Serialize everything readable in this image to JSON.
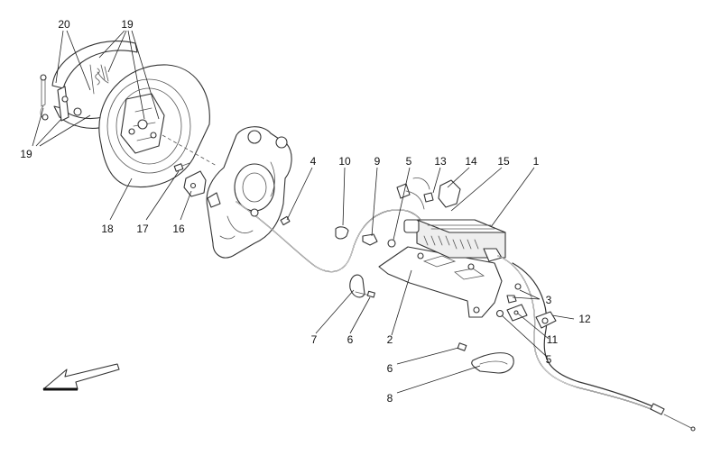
{
  "callouts": {
    "c20": "20",
    "c19a": "19",
    "c19b": "19",
    "c18": "18",
    "c17": "17",
    "c16": "16",
    "c4": "4",
    "c10": "10",
    "c9": "9",
    "c5a": "5",
    "c13": "13",
    "c14": "14",
    "c15": "15",
    "c1": "1",
    "c3": "3",
    "c12": "12",
    "c11": "11",
    "c5b": "5",
    "c2": "2",
    "c7": "7",
    "c6a": "6",
    "c6b": "6",
    "c8": "8"
  },
  "icons": {
    "orientation": "front-direction-arrow-icon"
  },
  "colors": {
    "line": "#333333",
    "background": "#ffffff"
  }
}
